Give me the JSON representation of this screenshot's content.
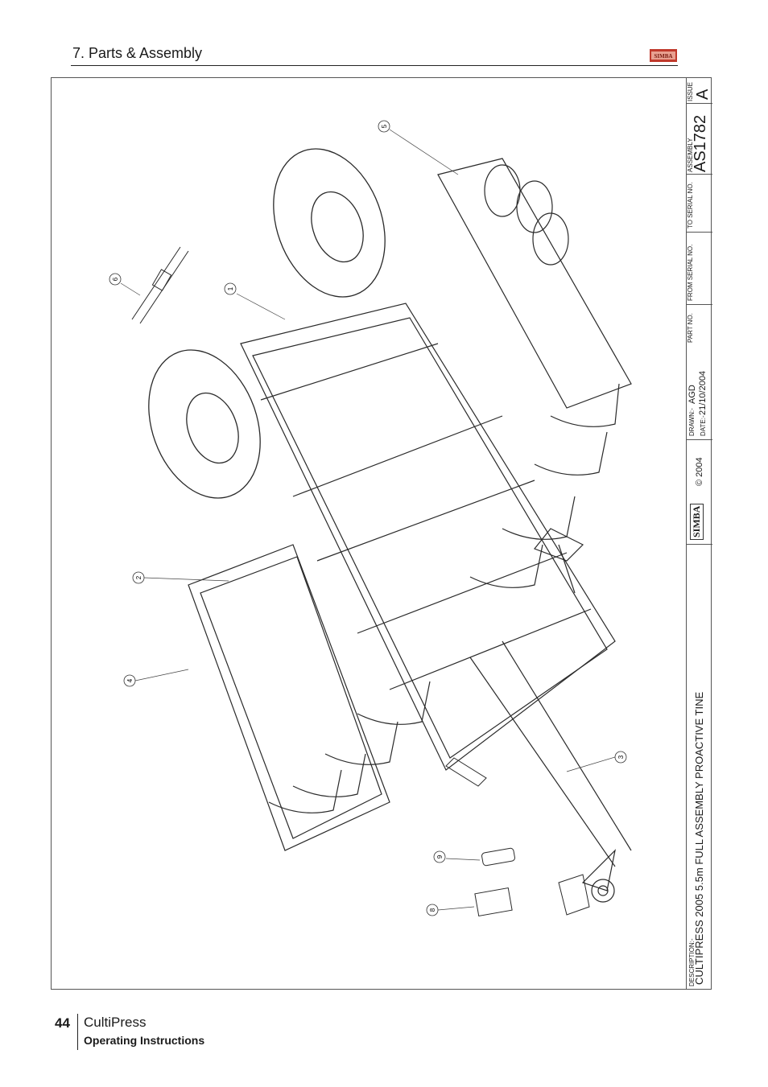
{
  "header": {
    "section_title": "7. Parts & Assembly",
    "logo_text": "SIMBA"
  },
  "drawing": {
    "callouts": [
      "1",
      "2",
      "3",
      "4",
      "5",
      "6",
      "8",
      "9"
    ]
  },
  "title_block": {
    "issue_label": "ISSUE",
    "issue_value": "A",
    "assembly_label": "ASSEMBLY",
    "assembly_value": "AS1782",
    "to_serial_label": "TO SERIAL NO.",
    "from_serial_label": "FROM SERIAL NO.",
    "part_no_label": "PART NO.",
    "drawn_label": "DRAWN:-",
    "drawn_value": "AGD",
    "date_label": "DATE:-",
    "date_value": "21/10/2004",
    "brand": "SIMBA",
    "copyright": "© 2004",
    "description_label": "DESCRIPTION:-",
    "description_value": "CULTIPRESS 2005 5.5m FULL ASSEMBLY PROACTIVE TINE"
  },
  "footer": {
    "page_number": "44",
    "product": "CultiPress",
    "subtitle": "Operating Instructions"
  },
  "colors": {
    "line": "#2a2a2a",
    "logo_red": "#c0392b"
  }
}
